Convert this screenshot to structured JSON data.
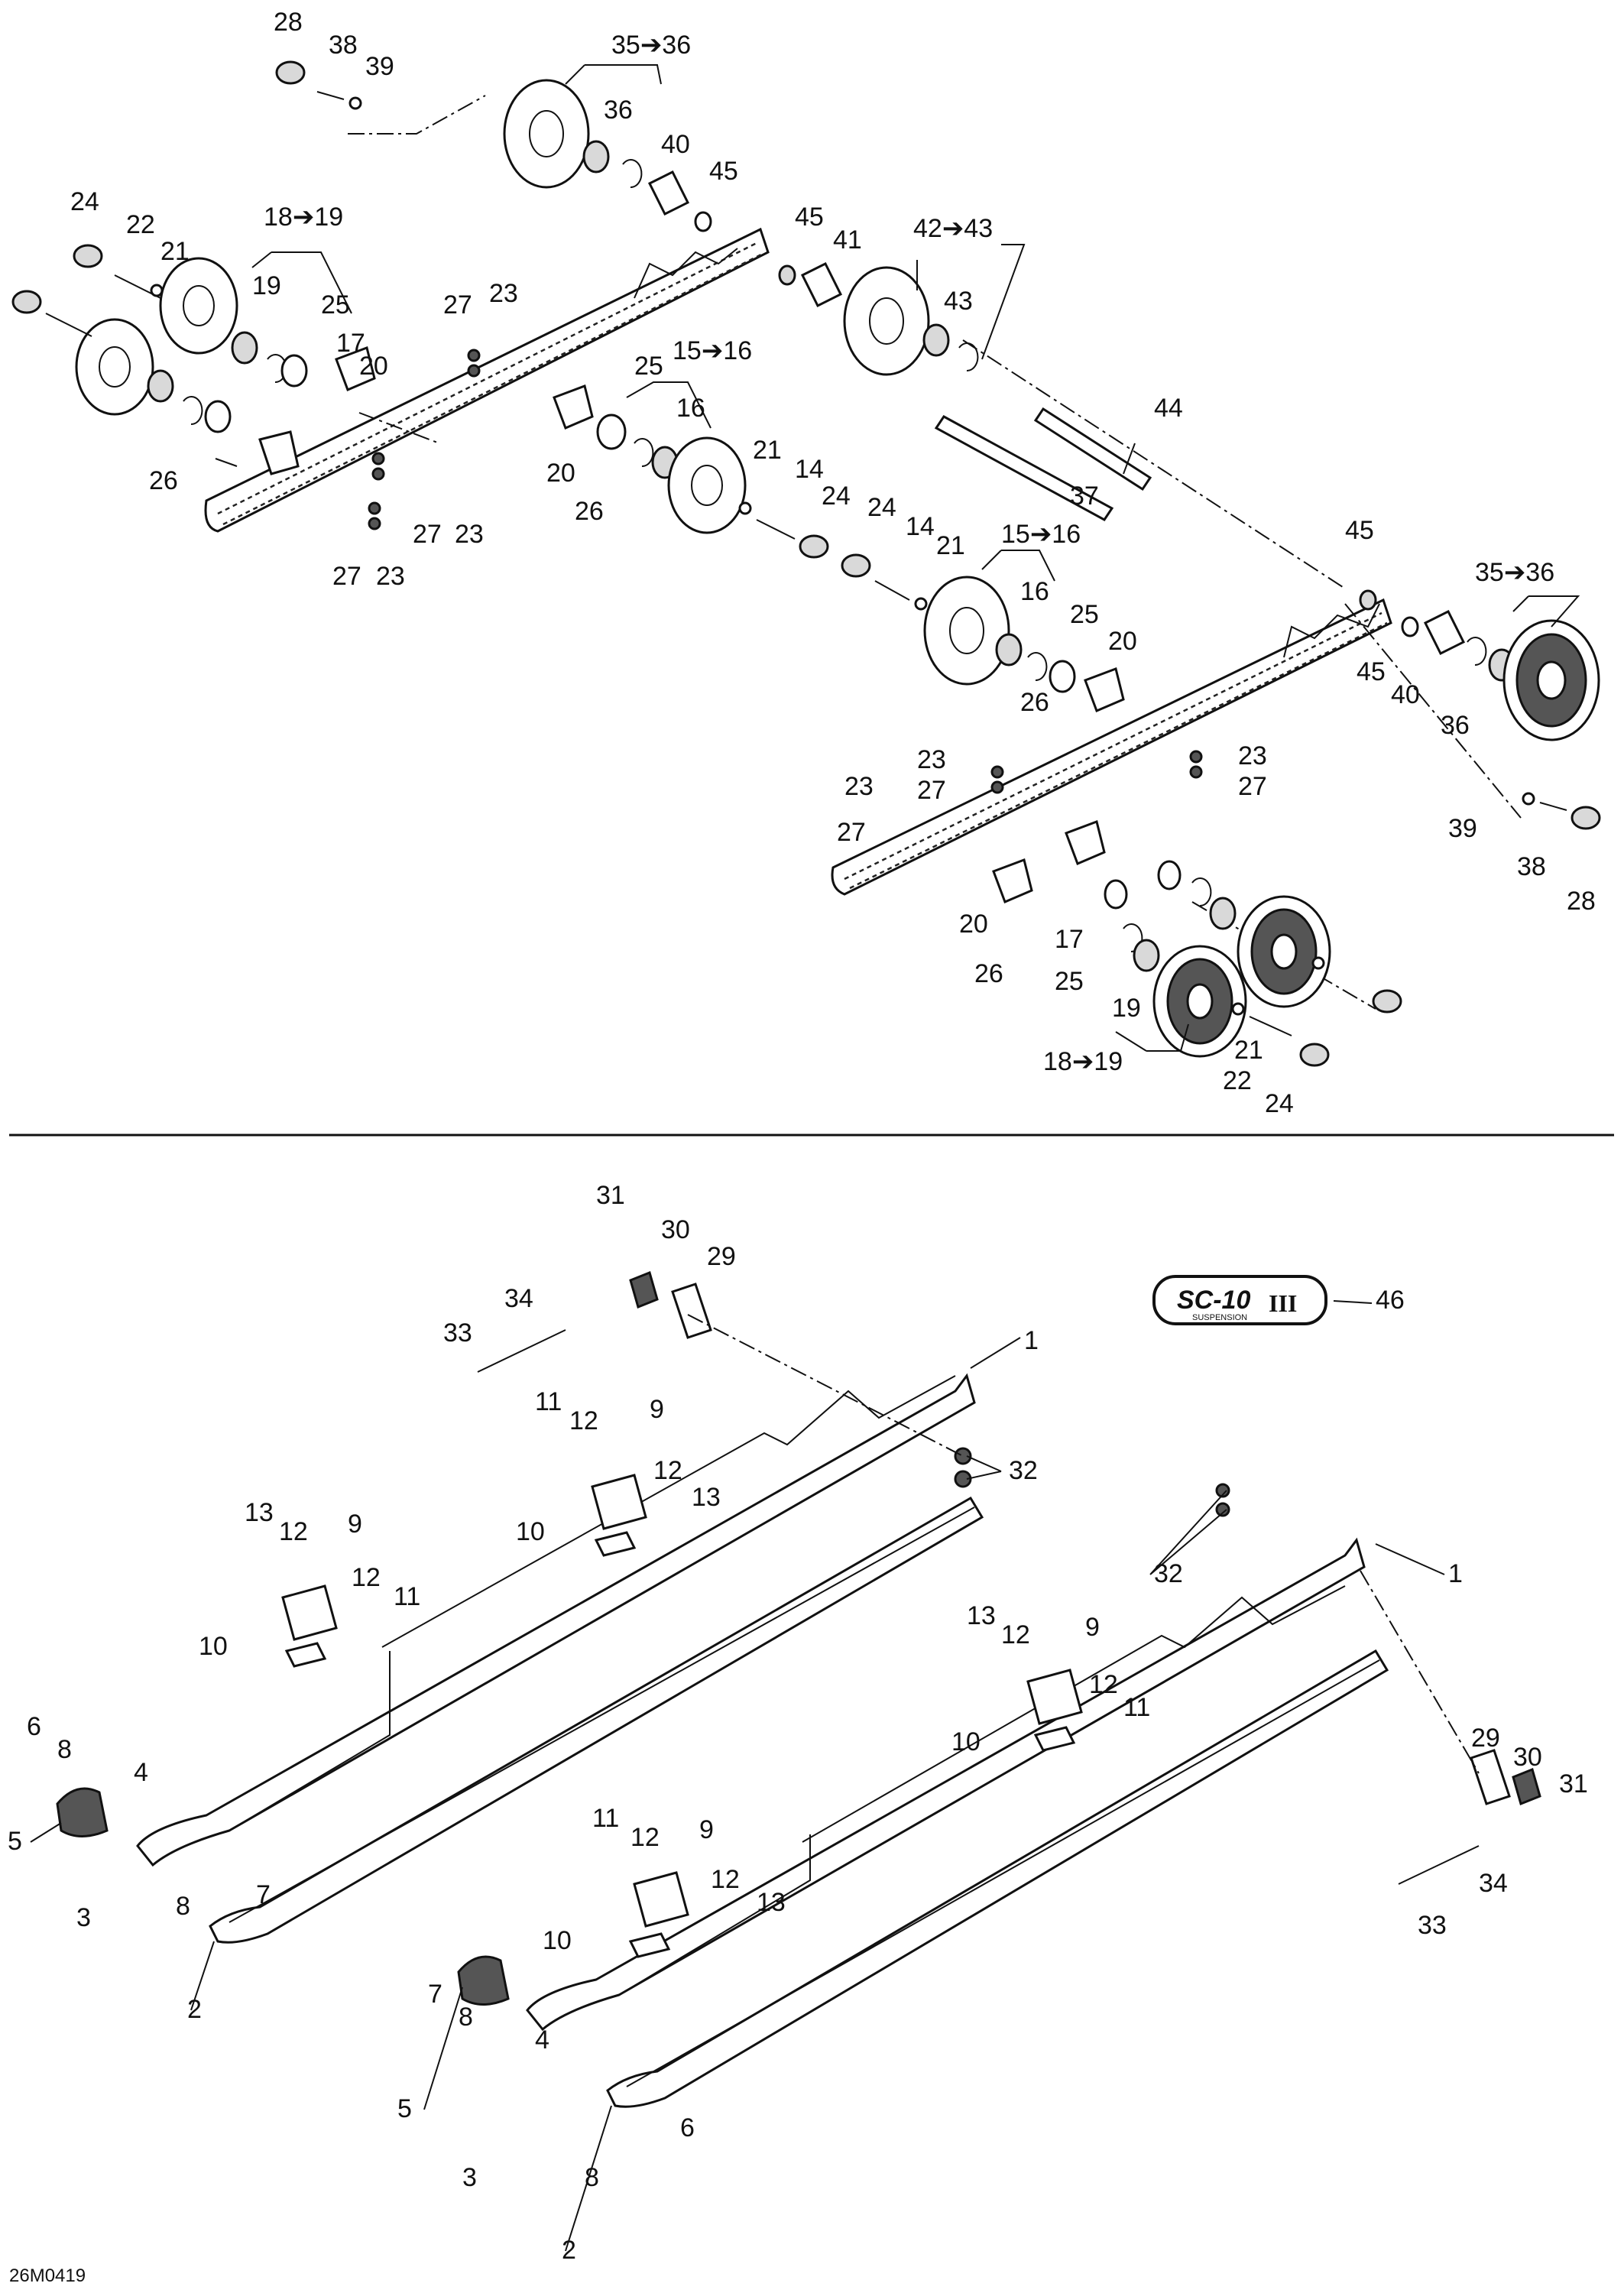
{
  "diagram": {
    "ref_code": "26M0419",
    "emblem": {
      "brand": "SC-10",
      "sub": "SUSPENSION",
      "roman": "III"
    },
    "labels": {
      "l28a": "28",
      "l38a": "38",
      "l39a": "39",
      "l3536a": "35➔36",
      "l36a": "36",
      "l40a": "40",
      "l45a": "45",
      "l24a": "24",
      "l22a": "22",
      "l21a": "21",
      "l1819a": "18➔19",
      "l19a": "19",
      "l25a": "25",
      "l17a": "17",
      "l20a": "20",
      "l26a": "26",
      "l27a": "27",
      "l23a": "23",
      "l27b": "27",
      "l23b": "23",
      "l27c": "27",
      "l23c": "23",
      "l25b": "25",
      "l1516a": "15➔16",
      "l16a": "16",
      "l20b": "20",
      "l26b": "26",
      "l21b": "21",
      "l14a": "14",
      "l24b": "24",
      "l45b": "45",
      "l41a": "41",
      "l4243": "42➔43",
      "l43a": "43",
      "l44": "44",
      "l37": "37",
      "l24c": "24",
      "l14b": "14",
      "l21c": "21",
      "l1516b": "15➔16",
      "l16b": "16",
      "l25c": "25",
      "l20c": "20",
      "l26c": "26",
      "l45c": "45",
      "l3536b": "35➔36",
      "l45d": "45",
      "l40b": "40",
      "l36b": "36",
      "l23d": "23",
      "l27d": "27",
      "l23e": "23",
      "l27e": "27",
      "l23f": "23",
      "l27f": "27",
      "l39b": "39",
      "l38b": "38",
      "l28b": "28",
      "l20d": "20",
      "l26d": "26",
      "l17b": "17",
      "l25d": "25",
      "l19b": "19",
      "l1819b": "18➔19",
      "l21d": "21",
      "l22b": "22",
      "l24d": "24",
      "l31a": "31",
      "l30a": "30",
      "l29a": "29",
      "l34a": "34",
      "l33a": "33",
      "l46": "46",
      "l1a": "1",
      "l11a": "11",
      "l12a": "12",
      "l9a": "9",
      "l12b": "12",
      "l13a": "13",
      "l10a": "10",
      "l32a": "32",
      "l13b": "13",
      "l12c": "12",
      "l9b": "9",
      "l12d": "12",
      "l11b": "11",
      "l10b": "10",
      "l6a": "6",
      "l8a": "8",
      "l4a": "4",
      "l5a": "5",
      "l3a": "3",
      "l8b": "8",
      "l7a": "7",
      "l2a": "2",
      "l32b": "32",
      "l1b": "1",
      "l13c": "13",
      "l12e": "12",
      "l9c": "9",
      "l12f": "12",
      "l11c": "11",
      "l10c": "10",
      "l29b": "29",
      "l30b": "30",
      "l31b": "31",
      "l34b": "34",
      "l33b": "33",
      "l11d": "11",
      "l12g": "12",
      "l9d": "9",
      "l12h": "12",
      "l13d": "13",
      "l10d": "10",
      "l7b": "7",
      "l8c": "8",
      "l4b": "4",
      "l5b": "5",
      "l3b": "3",
      "l8d": "8",
      "l6b": "6",
      "l2b": "2"
    }
  }
}
